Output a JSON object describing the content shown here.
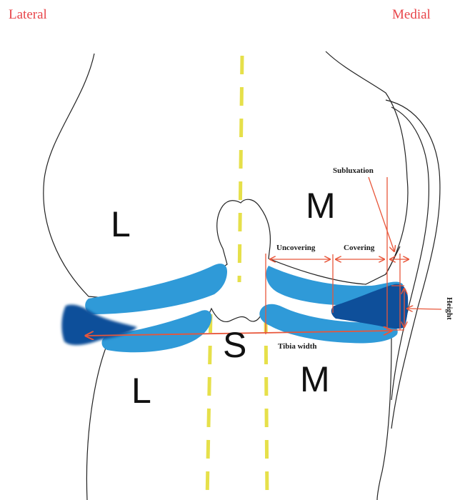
{
  "corners": {
    "lateral": "Lateral",
    "medial": "Medial"
  },
  "segments": {
    "femur_lateral": "L",
    "femur_medial": "M",
    "spine": "S",
    "tibia_lateral": "L",
    "tibia_medial": "M"
  },
  "annotations": {
    "subluxation": "Subluxation",
    "uncovering": "Uncovering",
    "covering": "Covering",
    "height": "Height",
    "tibia_width": "Tibia width"
  },
  "colors": {
    "corner_text": "#e8454a",
    "meniscus_light": "#2f9ad8",
    "meniscus_dark": "#0e4f9a",
    "measure_line": "#e8563a",
    "axis_line": "#e6e04a",
    "outline": "#222222"
  }
}
